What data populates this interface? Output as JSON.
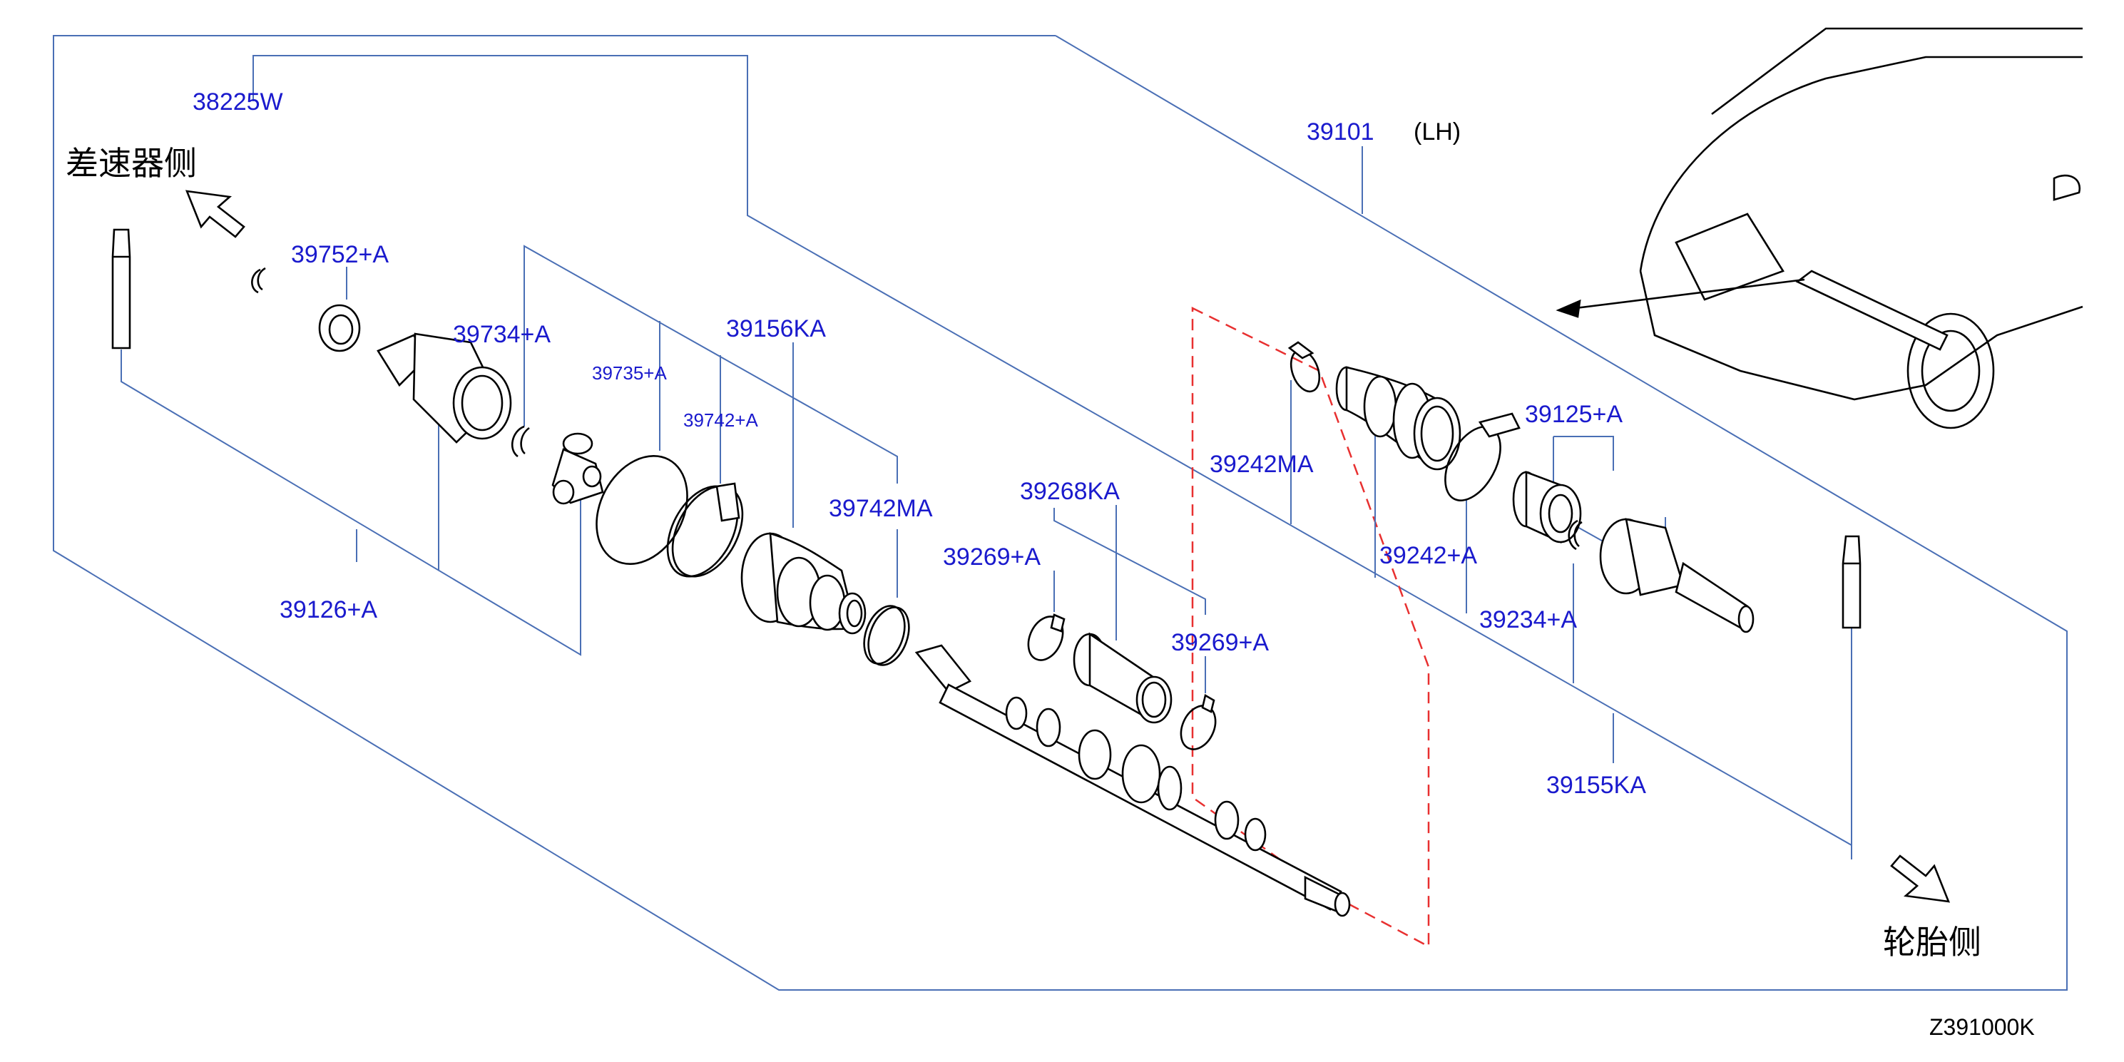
{
  "colors": {
    "label": "#1a1acd",
    "line": "#4a6fb5",
    "red_dash": "#e83030",
    "ink": "#000000"
  },
  "side_labels": {
    "differential_side": "差速器侧",
    "tire_side": "轮胎侧"
  },
  "assembly": {
    "number": "39101",
    "note": "(LH)"
  },
  "diagram_code": "Z391000K",
  "parts": [
    {
      "id": "p38225w",
      "number": "38225W"
    },
    {
      "id": "p39752",
      "number": "39752+A"
    },
    {
      "id": "p39734",
      "number": "39734+A"
    },
    {
      "id": "p39735",
      "number": "39735+A"
    },
    {
      "id": "p39742a",
      "number": "39742+A"
    },
    {
      "id": "p39156",
      "number": "39156KA"
    },
    {
      "id": "p39742ma",
      "number": "39742MA"
    },
    {
      "id": "p39126",
      "number": "39126+A"
    },
    {
      "id": "p39268",
      "number": "39268KA"
    },
    {
      "id": "p39269a",
      "number": "39269+A"
    },
    {
      "id": "p39269b",
      "number": "39269+A"
    },
    {
      "id": "p39242ma",
      "number": "39242MA"
    },
    {
      "id": "p39242a",
      "number": "39242+A"
    },
    {
      "id": "p39125",
      "number": "39125+A"
    },
    {
      "id": "p39234",
      "number": "39234+A"
    },
    {
      "id": "p39155",
      "number": "39155KA"
    }
  ],
  "icons": {
    "differential_arrow": "outline-arrow-up-left-icon",
    "tire_arrow": "outline-arrow-down-right-icon",
    "vehicle": "vehicle-front-quarter-icon"
  }
}
